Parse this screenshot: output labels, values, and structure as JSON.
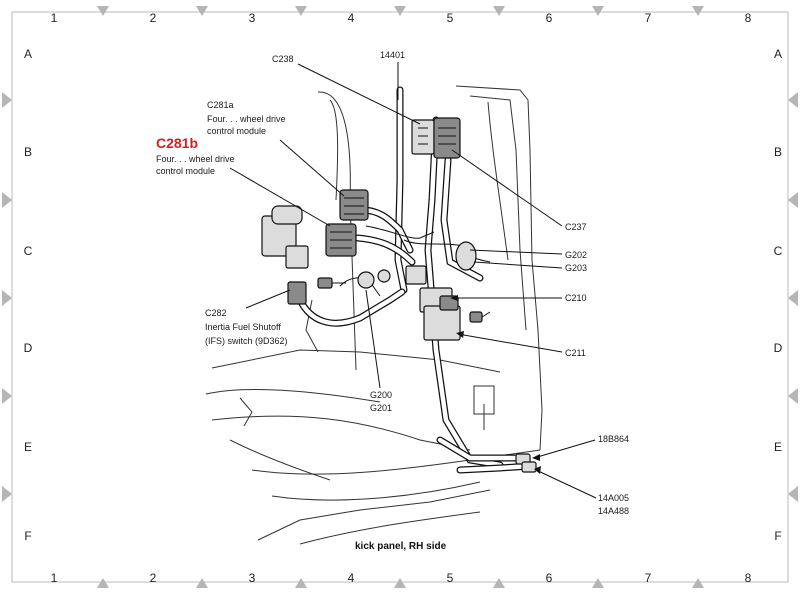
{
  "grid": {
    "columns": [
      "1",
      "2",
      "3",
      "4",
      "5",
      "6",
      "7",
      "8"
    ],
    "rows": [
      "A",
      "B",
      "C",
      "D",
      "E",
      "F"
    ]
  },
  "labels": {
    "c238": "C238",
    "n14401": "14401",
    "c281a": "C281a",
    "c281a_desc1": "Four. . . wheel drive",
    "c281a_desc2": "control module",
    "c281b": "C281b",
    "c281b_desc1": "Four. . . wheel drive",
    "c281b_desc2": "control module",
    "c237": "C237",
    "g202": "G202",
    "g203": "G203",
    "c210": "C210",
    "c282": "C282",
    "c282_desc1": "Inertia Fuel Shutoff",
    "c282_desc2": "(IFS) switch (9D362)",
    "c211": "C211",
    "g200": "G200",
    "g201": "G201",
    "n18b864": "18B864",
    "n14a005": "14A005",
    "n14a488": "14A488"
  },
  "caption": "kick panel, RH side",
  "colors": {
    "highlight": "#cc2222",
    "line": "#111111"
  }
}
